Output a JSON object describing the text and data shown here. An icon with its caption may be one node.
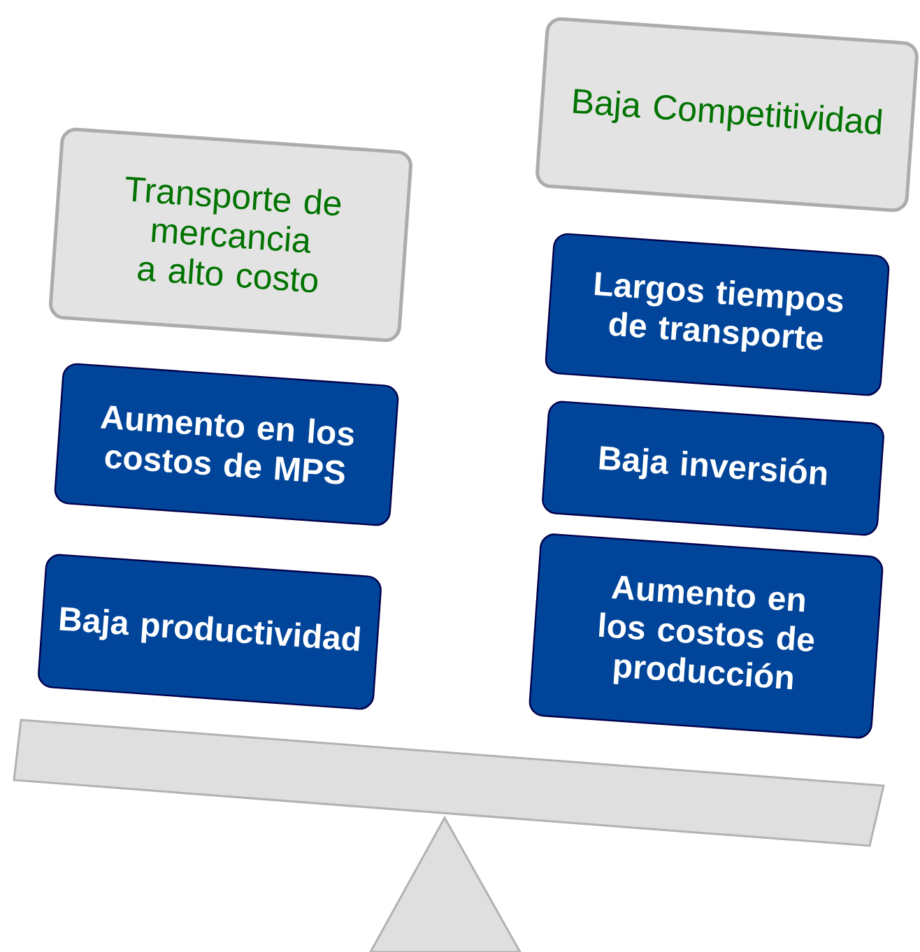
{
  "diagram": {
    "nodes": [
      {
        "text": [
          "Transporte de mercancia a alto costo"
        ]
      },
      {
        "text": [
          "Aumento en los costos de MPS"
        ]
      },
      {
        "text": [
          "Baja productividad"
        ]
      },
      {
        "text": [
          "Baja Competitividad"
        ]
      },
      {
        "text": [
          "Largos tiempos de transporte"
        ]
      },
      {
        "text": [
          "Baja inversión"
        ]
      },
      {
        "text": [
          "Aumento en los costos de producción"
        ]
      }
    ]
  }
}
